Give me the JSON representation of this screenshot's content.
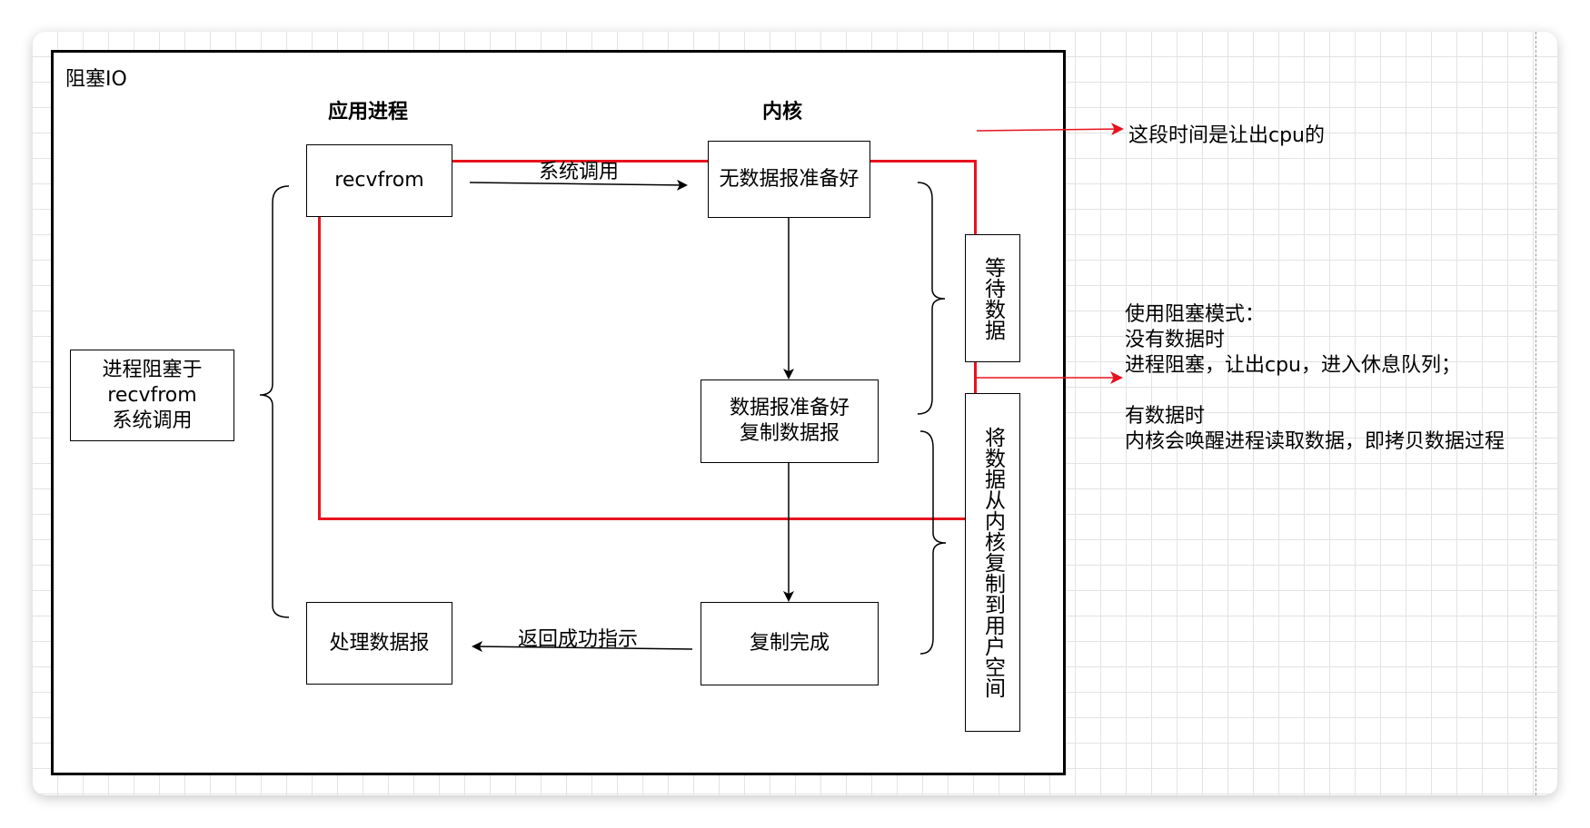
{
  "frame": {
    "title": "阻塞IO"
  },
  "headers": {
    "app_process": "应用进程",
    "kernel": "内核"
  },
  "boxes": {
    "recvfrom": "recvfrom",
    "no_data_ready": "无数据报准备好",
    "data_ready_copy": "数据报准备好\n复制数据报",
    "copy_done": "复制完成",
    "process_data": "处理数据报",
    "process_blocked": "进程阻塞于\nrecvfrom\n系统调用"
  },
  "vertical_labels": {
    "wait_data": "等待数据",
    "copy_to_user": "将数据从内核复制到用户空间"
  },
  "arrows": {
    "syscall": "系统调用",
    "return_success": "返回成功指示"
  },
  "annotations": {
    "yield_cpu": "这段时间是让出cpu的",
    "blocking_note": [
      "使用阻塞模式：",
      "没有数据时",
      "进程阻塞，让出cpu，进入休息队列；",
      "",
      "有数据时",
      "内核会唤醒进程读取数据，即拷贝数据过程"
    ]
  },
  "colors": {
    "highlight": "#e8121e",
    "grid": "#e3e3e3",
    "stroke": "#000000"
  }
}
